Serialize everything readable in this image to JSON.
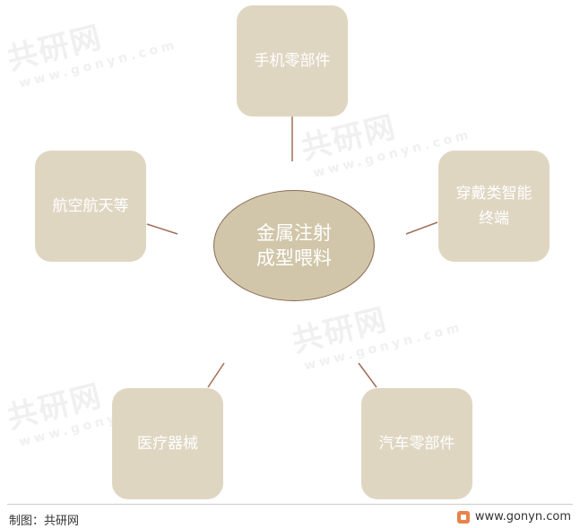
{
  "center": {
    "line1": "金属注射",
    "line2": "成型喂料"
  },
  "nodes": {
    "top": "手机零部件",
    "right_line1": "穿戴类智能",
    "right_line2": "终端",
    "left": "航空航天等",
    "bottom_left": "医疗器械",
    "bottom_right": "汽车零部件"
  },
  "footer": {
    "source": "制图：共研网",
    "site": "www.gonyn.com"
  },
  "watermark": {
    "brand": "共研网",
    "url": "www.gonyn.com"
  },
  "colors": {
    "node_fill": "#dfd6c2",
    "center_fill": "#d1c6a9",
    "connector": "#a06e55"
  }
}
